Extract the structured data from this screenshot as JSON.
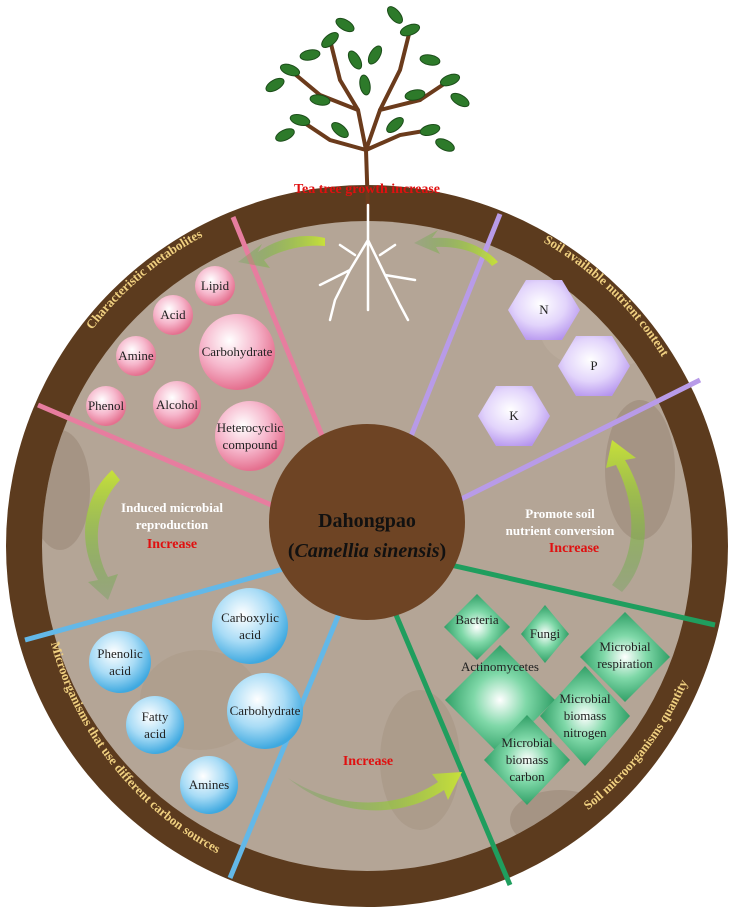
{
  "top_label": "Tea tree growth increase",
  "center": {
    "line1": "Dahongpao",
    "line2_open": "(",
    "line2_italic": "Camellia sinensis",
    "line2_close": ")"
  },
  "ring_labels": {
    "metabolites": "Characteristic metabolites",
    "nutrients": "Soil available nutrient content",
    "microorganisms": "Soil microorganisms quantity",
    "carbon_sources": "Microorganisms that use different carbon sources"
  },
  "metabolites": {
    "lipid": "Lipid",
    "acid": "Acid",
    "amine": "Amine",
    "carbohydrate": "Carbohydrate",
    "phenol": "Phenol",
    "alcohol": "Alcohol",
    "heterocyclic_1": "Heterocyclic",
    "heterocyclic_2": "compound"
  },
  "nutrients": {
    "n": "N",
    "p": "P",
    "k": "K"
  },
  "microbes": {
    "bacteria": "Bacteria",
    "fungi": "Fungi",
    "respiration_1": "Microbial",
    "respiration_2": "respiration",
    "actinomycetes": "Actinomycetes",
    "mbn_1": "Microbial",
    "mbn_2": "biomass",
    "mbn_3": "nitrogen",
    "mbc_1": "Microbial",
    "mbc_2": "biomass",
    "mbc_3": "carbon"
  },
  "carbon": {
    "carboxylic_1": "Carboxylic",
    "carboxylic_2": "acid",
    "phenolic_1": "Phenolic",
    "phenolic_2": "acid",
    "carbohydrate": "Carbohydrate",
    "fatty_1": "Fatty",
    "fatty_2": "acid",
    "amines": "Amines"
  },
  "left_side": {
    "line1": "Induced microbial",
    "line2": "reproduction",
    "increase": "Increase"
  },
  "right_side": {
    "line1": "Promote soil",
    "line2": "nutrient conversion",
    "increase": "Increase"
  },
  "bottom_increase": "Increase",
  "colors": {
    "soil_ring": "#5c3b1e",
    "soil_inner": "#b4a596",
    "center": "#6e4424",
    "pink": "#e77d9f",
    "purple": "#b89be8",
    "blue": "#63b8e8",
    "green": "#1f9e5e",
    "red": "#e01010",
    "label_yellow": "#f0d080"
  }
}
